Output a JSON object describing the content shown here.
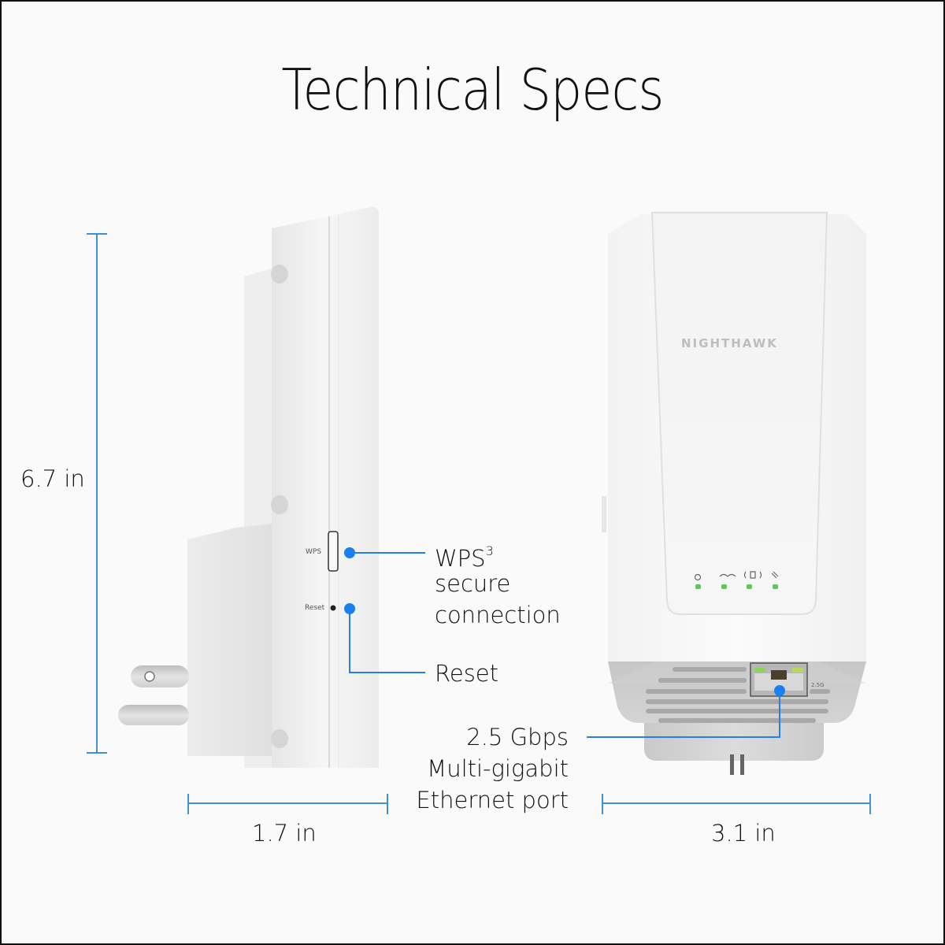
{
  "title": "Technical Specs",
  "dimensions": {
    "height": "6.7 in",
    "depth": "1.7 in",
    "width": "3.1 in"
  },
  "callouts": {
    "wps": {
      "title": "WPS",
      "superscript": "3",
      "line2": "secure",
      "line3": "connection"
    },
    "reset": {
      "title": "Reset"
    },
    "ethernet": {
      "line1": "2.5 Gbps",
      "line2": "Multi-gigabit",
      "line3": "Ethernet port"
    }
  },
  "device": {
    "brand": "NIGHTHAWK",
    "side_labels": {
      "wps": "WPS",
      "reset": "Reset"
    },
    "port_label": "2.5G",
    "leds": [
      "power-icon",
      "router-link-icon",
      "device-link-icon",
      "wps-status-icon"
    ]
  },
  "colors": {
    "dimension_line": "#3f8fd2",
    "callout": "#1a7ff0",
    "led": "#5cc85c",
    "background": "#fafafa"
  }
}
